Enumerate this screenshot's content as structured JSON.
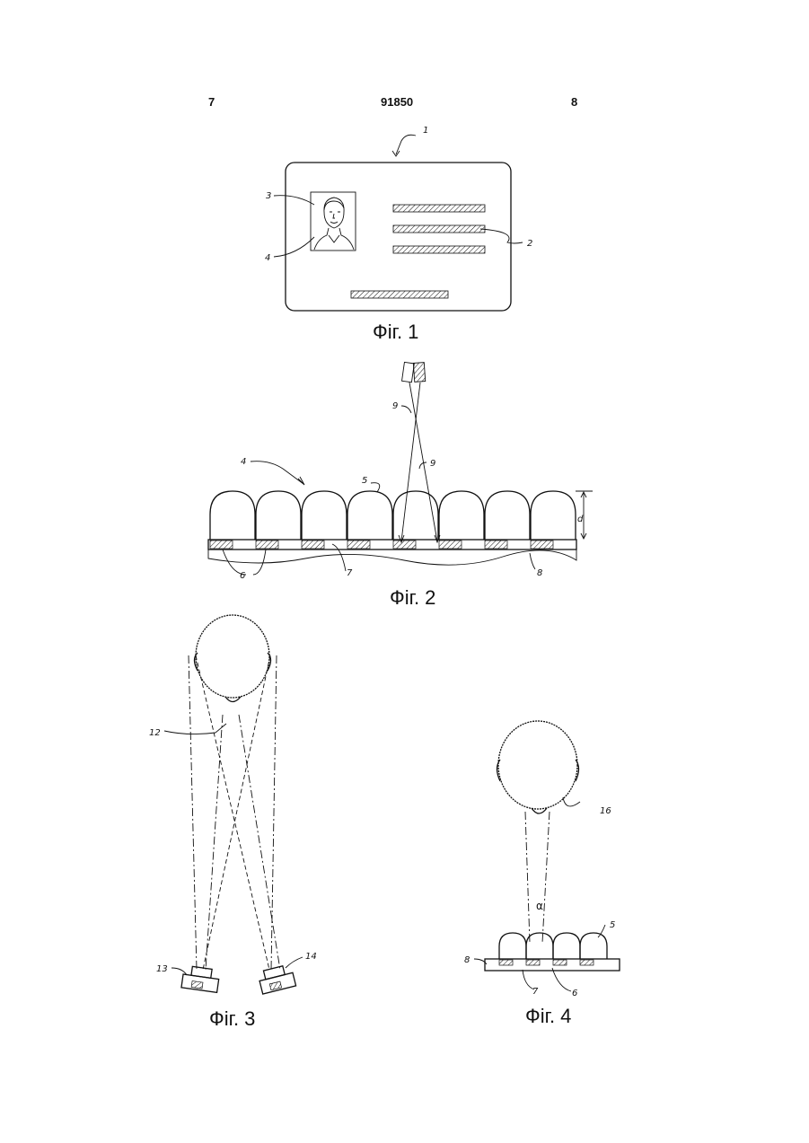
{
  "header": {
    "page_left": "7",
    "doc_number": "91850",
    "page_right": "8"
  },
  "figures": {
    "fig1": {
      "caption": "Фіг. 1",
      "labels": {
        "card": "1",
        "text": "2",
        "photo": "3",
        "image": "4"
      }
    },
    "fig2": {
      "caption": "Фіг. 2",
      "labels": {
        "layer": "4",
        "lens": "5",
        "stripe_a": "6",
        "stripe_b": "7",
        "substrate": "8",
        "ray_a": "9",
        "ray_b": "9",
        "height": "d"
      }
    },
    "fig3": {
      "caption": "Фіг. 3",
      "labels": {
        "view": "12",
        "camera_left": "13",
        "camera_right": "14"
      }
    },
    "fig4": {
      "caption": "Фіг. 4",
      "labels": {
        "viewer": "16",
        "lens": "5",
        "substrate": "8",
        "stripe_b": "7",
        "stripe_a": "6",
        "angle": "α"
      }
    }
  }
}
